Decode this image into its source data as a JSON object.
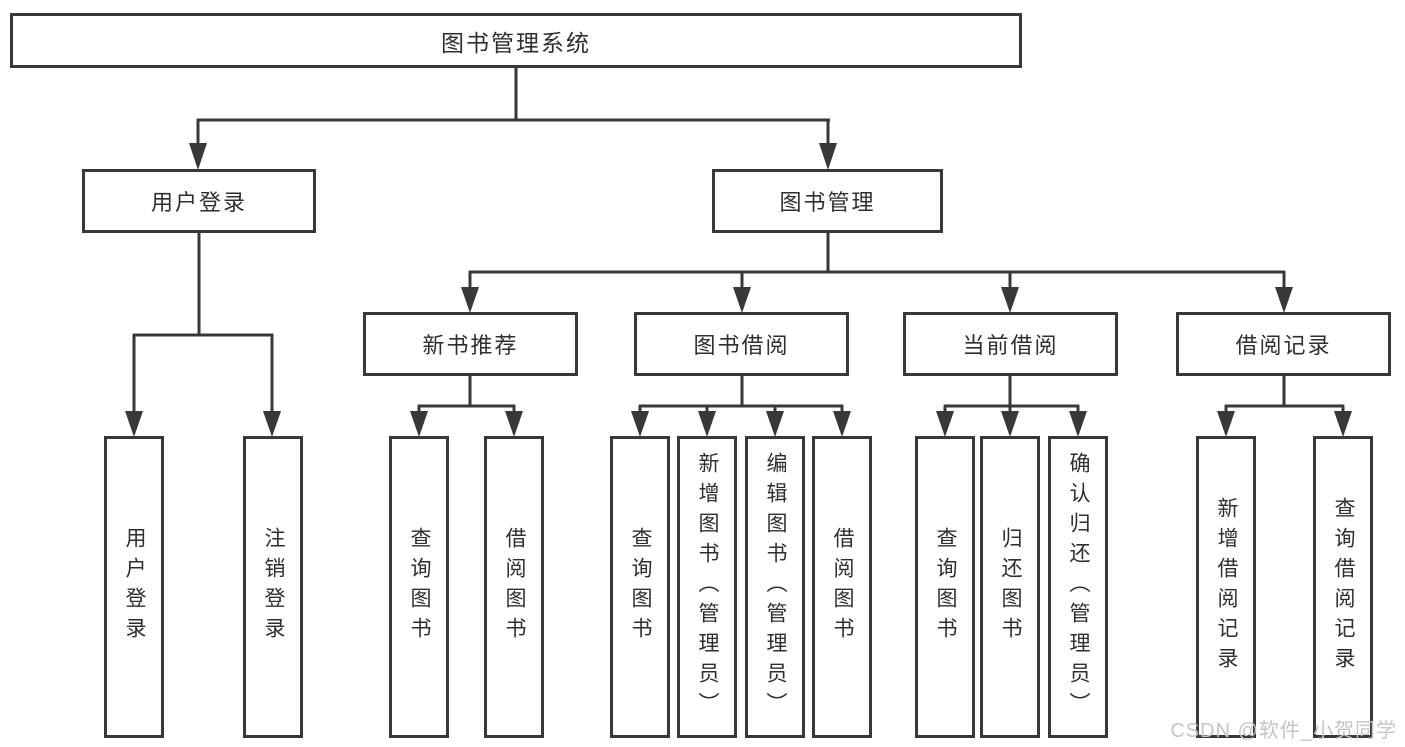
{
  "colors": {
    "line": "#383838",
    "box_border": "#383838",
    "text": "#2f2f2f",
    "background": "#ffffff",
    "watermark": "#c5c5c5"
  },
  "watermark": {
    "text": "CSDN @软件_小贺同学"
  },
  "tree": {
    "label": "图书管理系统",
    "children": [
      {
        "label": "用户登录",
        "children": [
          {
            "label": "用户登录"
          },
          {
            "label": "注销登录"
          }
        ]
      },
      {
        "label": "图书管理",
        "children": [
          {
            "label": "新书推荐",
            "children": [
              {
                "label": "查询图书"
              },
              {
                "label": "借阅图书"
              }
            ]
          },
          {
            "label": "图书借阅",
            "children": [
              {
                "label": "查询图书"
              },
              {
                "label": "新增图书（管理员）"
              },
              {
                "label": "编辑图书（管理员）"
              },
              {
                "label": "借阅图书"
              }
            ]
          },
          {
            "label": "当前借阅",
            "children": [
              {
                "label": "查询图书"
              },
              {
                "label": "归还图书"
              },
              {
                "label": "确认归还（管理员）"
              }
            ]
          },
          {
            "label": "借阅记录",
            "children": [
              {
                "label": "新增借阅记录"
              },
              {
                "label": "查询借阅记录"
              }
            ]
          }
        ]
      }
    ]
  }
}
